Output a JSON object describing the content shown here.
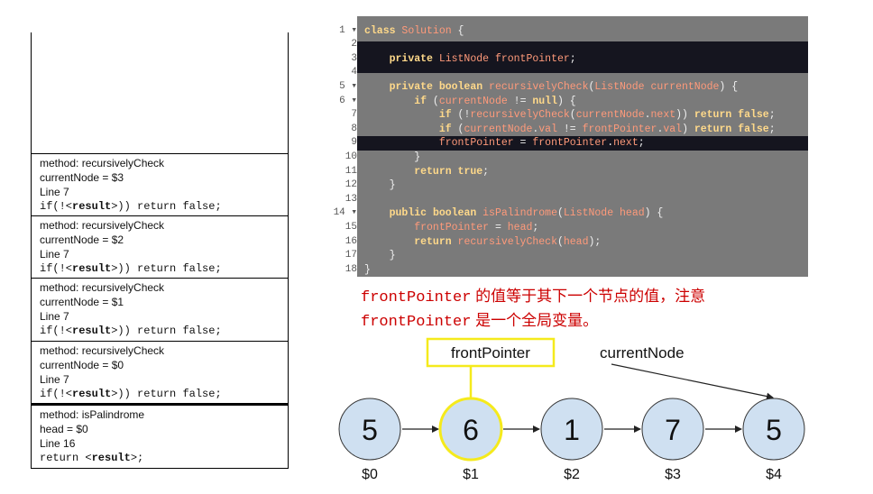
{
  "stack_frames": [
    {
      "method": "method: recursivelyCheck",
      "var": "currentNode  = $3",
      "line": "Line 7",
      "code_pre": "if(!<",
      "code_bold": "result",
      "code_post": ">)) return false;"
    },
    {
      "method": "method: recursivelyCheck",
      "var": "currentNode  = $2",
      "line": "Line 7",
      "code_pre": "if(!<",
      "code_bold": "result",
      "code_post": ">)) return false;"
    },
    {
      "method": "method: recursivelyCheck",
      "var": "currentNode  = $1",
      "line": "Line 7",
      "code_pre": "if(!<",
      "code_bold": "result",
      "code_post": ">)) return false;"
    },
    {
      "method": "method: recursivelyCheck",
      "var": "currentNode  = $0",
      "line": "Line 7",
      "code_pre": "if(!<",
      "code_bold": "result",
      "code_post": ">)) return false;"
    },
    {
      "method": "method: isPalindrome",
      "var": "head = $0",
      "line": "Line 16",
      "code_pre": "return <",
      "code_bold": "result",
      "code_post": ">;"
    }
  ],
  "code": {
    "line_numbers": [
      "1 ▾",
      "2",
      "3",
      "4",
      "5 ▾",
      "6 ▾",
      "7",
      "8",
      "9",
      "10",
      "11",
      "12",
      "13",
      "14 ▾",
      "15",
      "16",
      "17",
      "18"
    ]
  },
  "note": {
    "var1": "frontPointer",
    "text1": " 的值等于其下一个节点的值，注意",
    "var2": "frontPointer",
    "text2": " 是一个全局变量。"
  },
  "diagram": {
    "nodes": [
      {
        "value": "5",
        "label": "$0"
      },
      {
        "value": "6",
        "label": "$1"
      },
      {
        "value": "1",
        "label": "$2"
      },
      {
        "value": "7",
        "label": "$3"
      },
      {
        "value": "5",
        "label": "$4"
      }
    ],
    "front_pointer_label": "frontPointer",
    "current_node_label": "currentNode",
    "colors": {
      "node_fill": "#cfe0f1",
      "highlight": "#f5ea1c",
      "note_red": "#cc0000"
    }
  }
}
